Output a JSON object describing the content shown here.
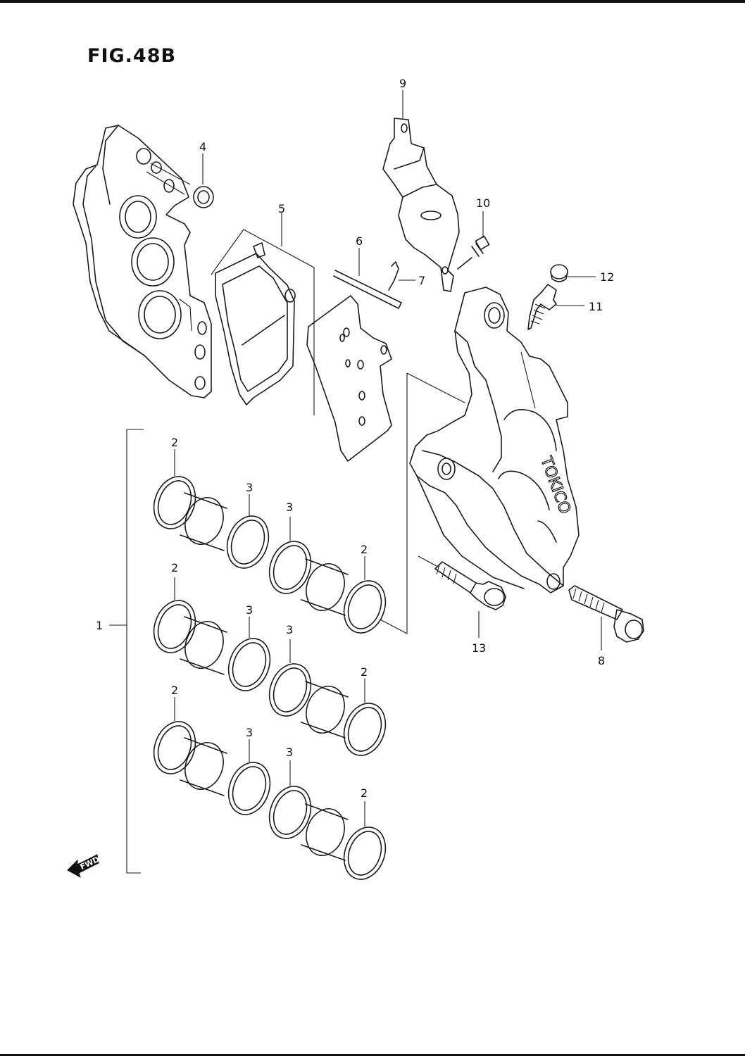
{
  "figure": {
    "title": "FIG.48B"
  },
  "diagram": {
    "brand_mark": "TOKICO",
    "fwd_arrow_text": "FWD",
    "callouts": [
      {
        "id": "c1",
        "text": "1"
      },
      {
        "id": "c2a",
        "text": "2"
      },
      {
        "id": "c2b",
        "text": "2"
      },
      {
        "id": "c2c",
        "text": "2"
      },
      {
        "id": "c2d",
        "text": "2"
      },
      {
        "id": "c2e",
        "text": "2"
      },
      {
        "id": "c2f",
        "text": "2"
      },
      {
        "id": "c3a",
        "text": "3"
      },
      {
        "id": "c3b",
        "text": "3"
      },
      {
        "id": "c3c",
        "text": "3"
      },
      {
        "id": "c3d",
        "text": "3"
      },
      {
        "id": "c3e",
        "text": "3"
      },
      {
        "id": "c3f",
        "text": "3"
      },
      {
        "id": "c4",
        "text": "4"
      },
      {
        "id": "c5",
        "text": "5"
      },
      {
        "id": "c6",
        "text": "6"
      },
      {
        "id": "c7",
        "text": "7"
      },
      {
        "id": "c8",
        "text": "8"
      },
      {
        "id": "c9",
        "text": "9"
      },
      {
        "id": "c10",
        "text": "10"
      },
      {
        "id": "c11",
        "text": "11"
      },
      {
        "id": "c12",
        "text": "12"
      },
      {
        "id": "c13",
        "text": "13"
      }
    ]
  }
}
